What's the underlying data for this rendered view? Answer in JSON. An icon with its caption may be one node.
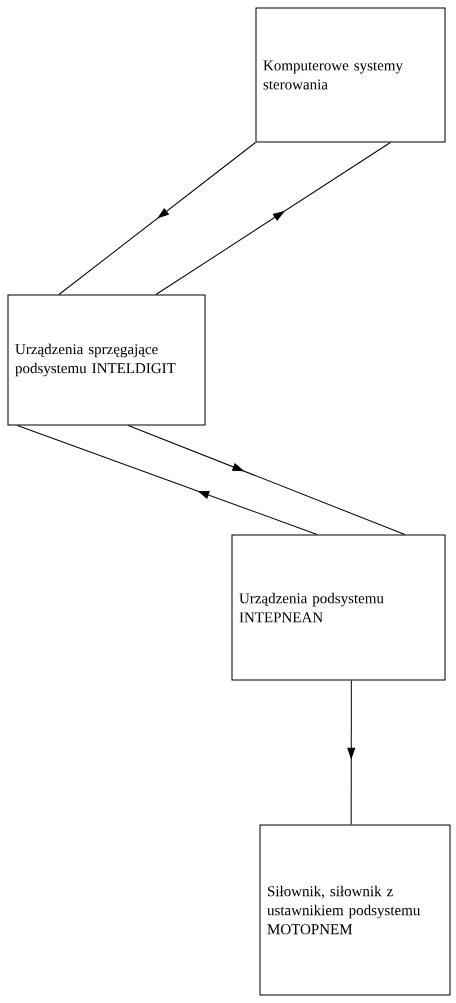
{
  "diagram": {
    "nodes": [
      {
        "text": [
          "Komputerowe systemy sterowania"
        ]
      },
      {
        "text": [
          "Urządzenia sprzęgające podsystemu INTELDIGIT"
        ]
      },
      {
        "text": [
          "Urządzenia podsystemu INTEPNEAN"
        ]
      },
      {
        "text": [
          "Siłownik, siłownik z ustawnikiem podsystemu MOTOPNEM"
        ]
      }
    ],
    "edges": [
      {
        "from": 0,
        "to": 1,
        "arrow": "to"
      },
      {
        "from": 1,
        "to": 0,
        "arrow": "to"
      },
      {
        "from": 1,
        "to": 2,
        "arrow": "to"
      },
      {
        "from": 2,
        "to": 1,
        "arrow": "to"
      },
      {
        "from": 2,
        "to": 3,
        "arrow": "to"
      }
    ]
  }
}
